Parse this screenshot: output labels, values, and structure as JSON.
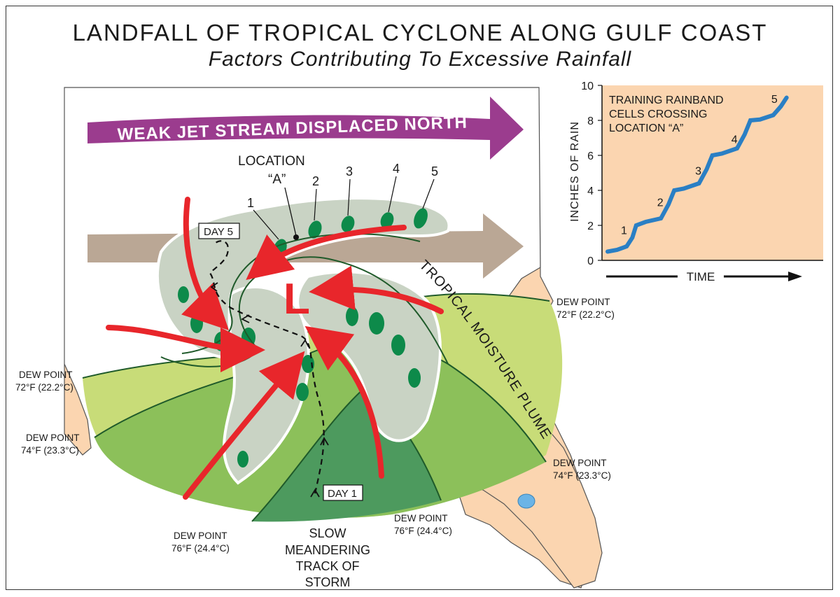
{
  "title": "LANDFALL OF TROPICAL CYCLONE ALONG GULF COAST",
  "subtitle": "Factors Contributing To Excessive Rainfall",
  "jet_stream_label": "WEAK JET STREAM DISPLACED NORTH",
  "location_label_1": "LOCATION",
  "location_label_2": "“A”",
  "cell_numbers": [
    "1",
    "2",
    "3",
    "4",
    "5"
  ],
  "day5_label": "DAY 5",
  "day1_label": "DAY 1",
  "plume_label": "TROPICAL MOISTURE PLUME",
  "low_symbol": "L",
  "track_label": [
    "SLOW",
    "MEANDERING",
    "TRACK OF",
    "STORM"
  ],
  "dew_points": {
    "west_72": [
      "DEW POINT",
      "72°F (22.2°C)"
    ],
    "west_74": [
      "DEW POINT",
      "74°F (23.3°C)"
    ],
    "south_76_left": [
      "DEW POINT",
      "76°F (24.4°C)"
    ],
    "south_76_right": [
      "DEW POINT",
      "76°F (24.4°C)"
    ],
    "east_74": [
      "DEW POINT",
      "74°F (23.3°C)"
    ],
    "east_72": [
      "DEW POINT",
      "72°F (22.2°C)"
    ]
  },
  "colors": {
    "land": "#fbd5b0",
    "jet_arrow": "#9b3c8e",
    "zone_72": "#c8dc78",
    "zone_74": "#8cc05a",
    "zone_76": "#4d9a5e",
    "cloud": "#c9d3c4",
    "rain_cell": "#0d8a4a",
    "inflow_arrow": "#e8262b",
    "low_symbol": "#e8262b",
    "rain_curve": "#2a7fc4"
  },
  "chart_data": {
    "type": "line",
    "inset_text": [
      "TRAINING RAINBAND",
      "CELLS CROSSING",
      "LOCATION “A”"
    ],
    "xlabel": "TIME",
    "ylabel": "INCHES OF RAIN",
    "y_ticks": [
      "0",
      "2",
      "4",
      "6",
      "8",
      "10"
    ],
    "ylim": [
      0,
      10
    ],
    "step_labels": [
      "1",
      "2",
      "3",
      "4",
      "5"
    ],
    "step_label_y": [
      1.5,
      3.1,
      4.9,
      6.7,
      9.0
    ],
    "curve": [
      [
        0.0,
        0.5
      ],
      [
        0.05,
        0.6
      ],
      [
        0.1,
        0.8
      ],
      [
        0.13,
        1.3
      ],
      [
        0.15,
        2.0
      ],
      [
        0.2,
        2.2
      ],
      [
        0.28,
        2.4
      ],
      [
        0.32,
        3.2
      ],
      [
        0.35,
        4.0
      ],
      [
        0.4,
        4.1
      ],
      [
        0.48,
        4.4
      ],
      [
        0.52,
        5.2
      ],
      [
        0.55,
        6.0
      ],
      [
        0.6,
        6.1
      ],
      [
        0.68,
        6.4
      ],
      [
        0.72,
        7.2
      ],
      [
        0.75,
        8.0
      ],
      [
        0.8,
        8.05
      ],
      [
        0.87,
        8.3
      ],
      [
        0.91,
        8.8
      ],
      [
        0.94,
        9.3
      ]
    ]
  }
}
